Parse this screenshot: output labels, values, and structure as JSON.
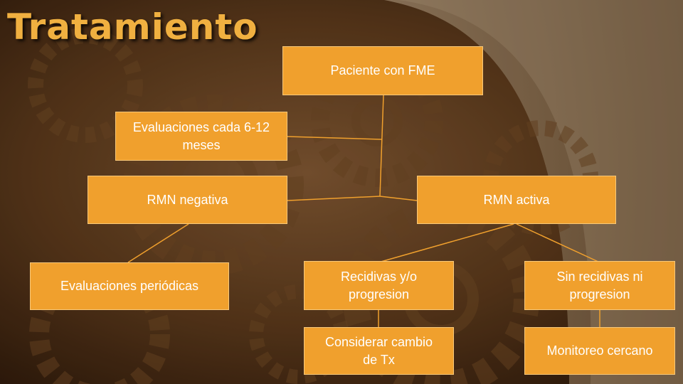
{
  "slide": {
    "title": "Tratamiento"
  },
  "colors": {
    "node_fill": "#f0a02d",
    "node_border": "#f7c87a",
    "connector": "#f0a02d",
    "title": "#f0b040",
    "background": "#3a2412"
  },
  "diagram": {
    "paciente": "Paciente con FME",
    "evaluaciones_cada": "Evaluaciones cada 6-12 meses",
    "rmn_negativa": "RMN negativa",
    "rmn_activa": "RMN activa",
    "evaluaciones_periodicas": "Evaluaciones periódicas",
    "recidivas": "Recidivas y/o progresion",
    "sin_recidivas": "Sin recidivas ni progresion",
    "considerar": "Considerar cambio de Tx",
    "monitoreo": "Monitoreo cercano"
  }
}
